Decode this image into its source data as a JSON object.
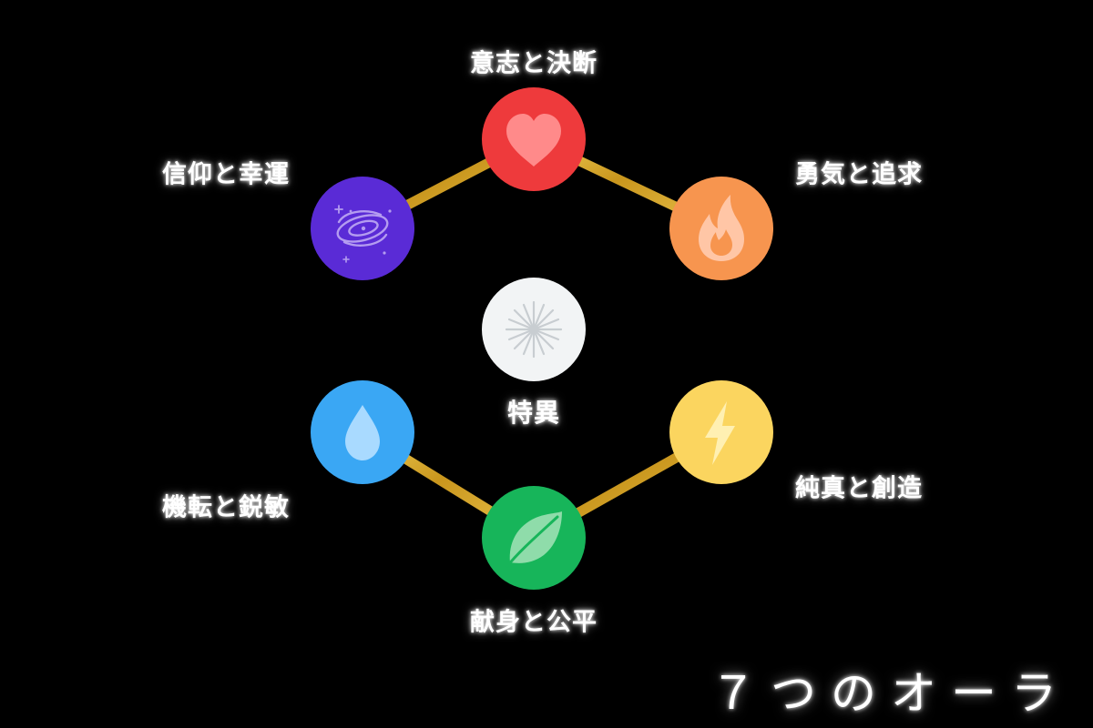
{
  "title": "７つのオーラ",
  "colors": {
    "background": "#000000",
    "hexagon_edge": "#d4a82a",
    "label_text": "#ffffff"
  },
  "center": {
    "label": "特異",
    "color": "#f2f4f5",
    "icon": "eight-pointed-star-icon"
  },
  "auras": [
    {
      "id": "will",
      "label": "意志と決断",
      "color": "#ee3a3c",
      "icon": "heart-icon"
    },
    {
      "id": "courage",
      "label": "勇気と追求",
      "color": "#f7954f",
      "icon": "flame-icon"
    },
    {
      "id": "purity",
      "label": "純真と創造",
      "color": "#fbd55f",
      "icon": "lightning-icon"
    },
    {
      "id": "devotion",
      "label": "献身と公平",
      "color": "#17b55a",
      "icon": "leaf-icon"
    },
    {
      "id": "wit",
      "label": "機転と鋭敏",
      "color": "#3aa7f4",
      "icon": "water-drop-icon"
    },
    {
      "id": "faith",
      "label": "信仰と幸運",
      "color": "#5a2bd6",
      "icon": "galaxy-icon"
    }
  ]
}
